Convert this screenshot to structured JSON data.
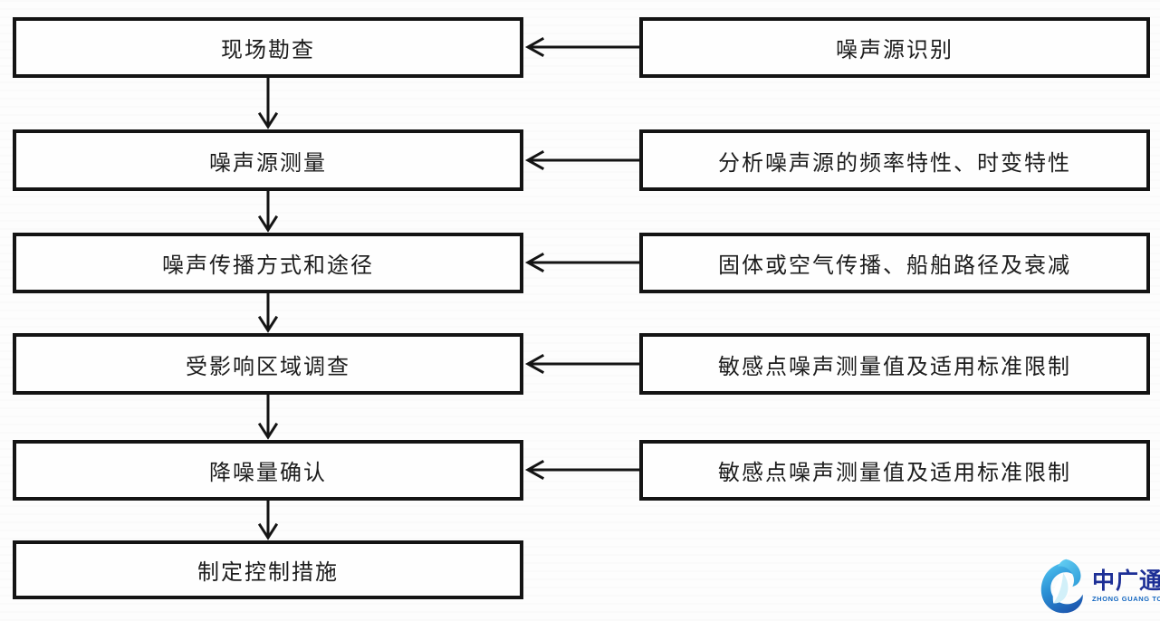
{
  "flowchart": {
    "left_steps": [
      {
        "id": "site-survey",
        "label": "现场勘查"
      },
      {
        "id": "noise-source-measure",
        "label": "噪声源测量"
      },
      {
        "id": "propagation-mode-path",
        "label": "噪声传播方式和途径"
      },
      {
        "id": "affected-area-survey",
        "label": "受影响区域调查"
      },
      {
        "id": "noise-reduction-confirm",
        "label": "降噪量确认"
      },
      {
        "id": "control-measures",
        "label": "制定控制措施"
      }
    ],
    "right_notes": [
      {
        "label": "噪声源识别"
      },
      {
        "label": "分析噪声源的频率特性、时变特性"
      },
      {
        "label": "固体或空气传播、船舶路径及衰减"
      },
      {
        "label": "敏感点噪声测量值及适用标准限制"
      },
      {
        "label": "敏感点噪声测量值及适用标准限制"
      }
    ]
  },
  "logo": {
    "name": "中广通",
    "subtext": "ZHONG GUANG TONG",
    "name_color": "#1d2f96",
    "subtext_color": "#1467c0",
    "icon_color_top": "#4fc3f0",
    "icon_color_bottom": "#1d56ae"
  },
  "colors": {
    "box_border": "#141414",
    "arrow": "#141414",
    "text": "#1c1c1c",
    "background": "#fdfdfd"
  }
}
